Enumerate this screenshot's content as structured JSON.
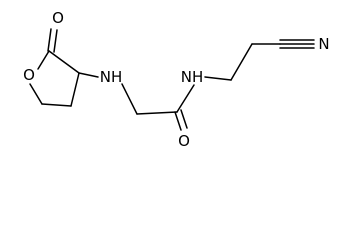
{
  "structure": {
    "kind": "skeletal-formula",
    "atoms": {
      "carbonyl_oxygen": "O",
      "ring_oxygen": "O",
      "amine": "NH",
      "amide_nitrogen": "NH",
      "amide_oxygen": "O",
      "nitrile_nitrogen": "N"
    }
  },
  "colors": {
    "bond": "#000000",
    "label": "#000000",
    "background": "#ffffff"
  }
}
